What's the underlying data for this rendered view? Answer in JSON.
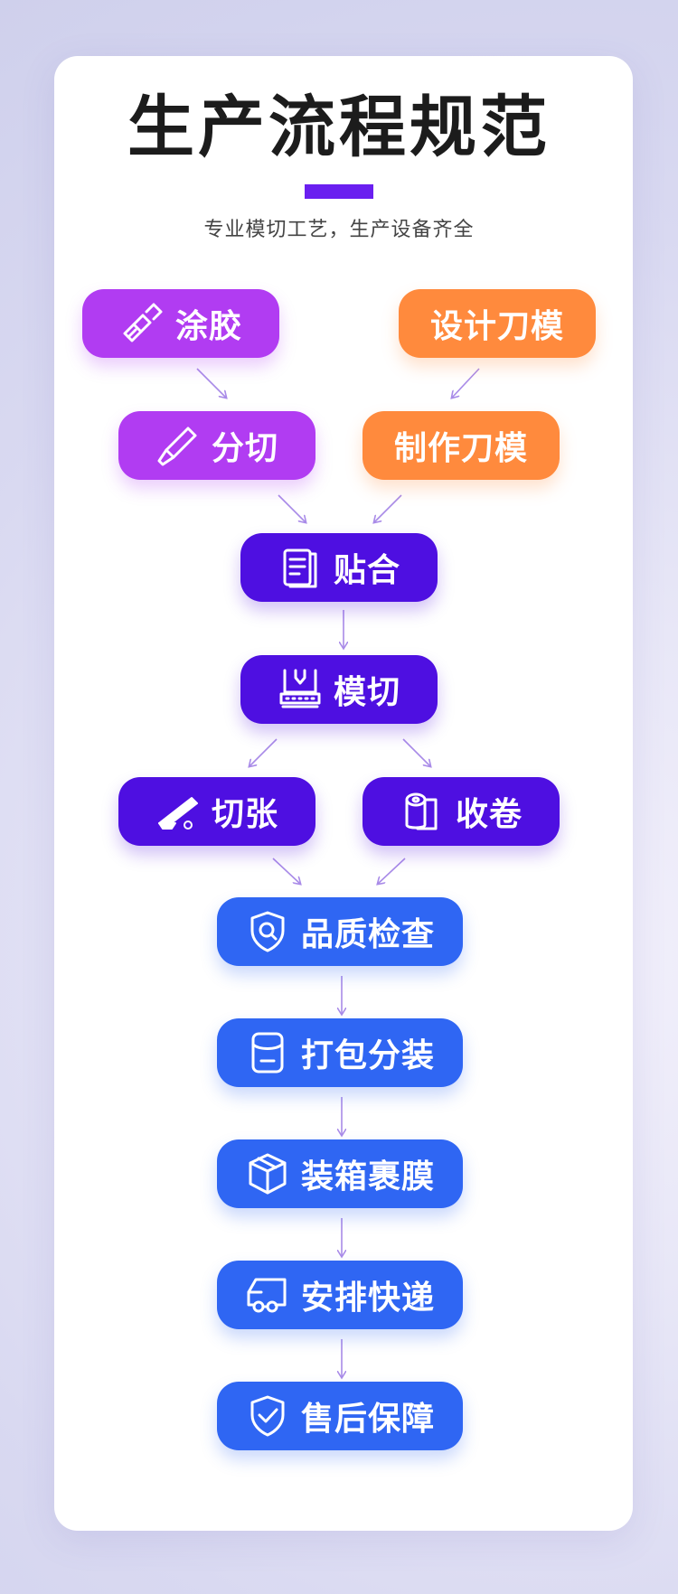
{
  "header": {
    "title": "生产流程规范",
    "subtitle": "专业模切工艺，生产设备齐全"
  },
  "steps": {
    "coating": "涂胶",
    "design_die": "设计刀模",
    "slitting": "分切",
    "make_die": "制作刀模",
    "laminating": "贴合",
    "die_cutting": "模切",
    "sheet_cutting": "切张",
    "rewinding": "收卷",
    "quality_check": "品质检查",
    "packing": "打包分装",
    "boxing": "装箱裹膜",
    "shipping": "安排快递",
    "after_sales": "售后保障"
  },
  "colors": {
    "purple": "#b13cf2",
    "orange": "#ff8a3d",
    "indigo": "#4e0fe1",
    "blue": "#2f66f3",
    "arrow": "#a98be8"
  }
}
